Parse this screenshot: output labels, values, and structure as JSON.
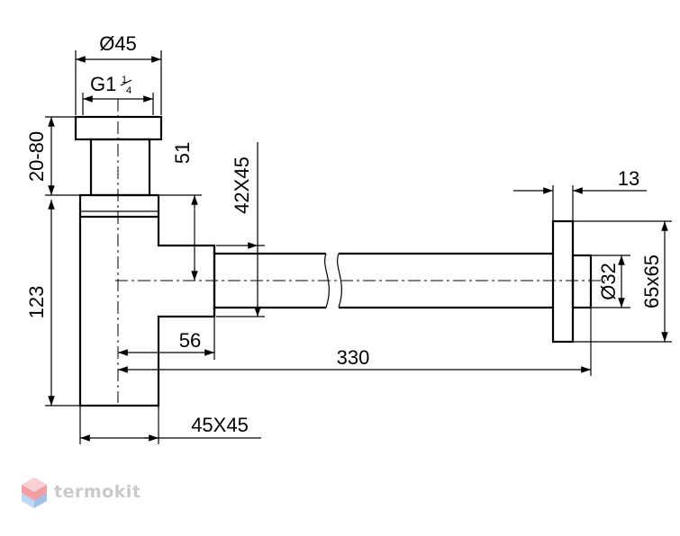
{
  "dimensions": {
    "outer_diameter": "Ø45",
    "thread_main": "G1",
    "thread_frac_num": "1",
    "thread_frac_den": "4",
    "height_range": "20-80",
    "upper_height": "51",
    "total_height": "123",
    "body_section": "42X45",
    "outlet_offset": "56",
    "outlet_length": "330",
    "base_section": "45X45",
    "flange_thickness": "13",
    "pipe_diameter": "Ø32",
    "flange_size": "65x65"
  },
  "brand": {
    "name": "termokit",
    "color": "#e8505b"
  }
}
